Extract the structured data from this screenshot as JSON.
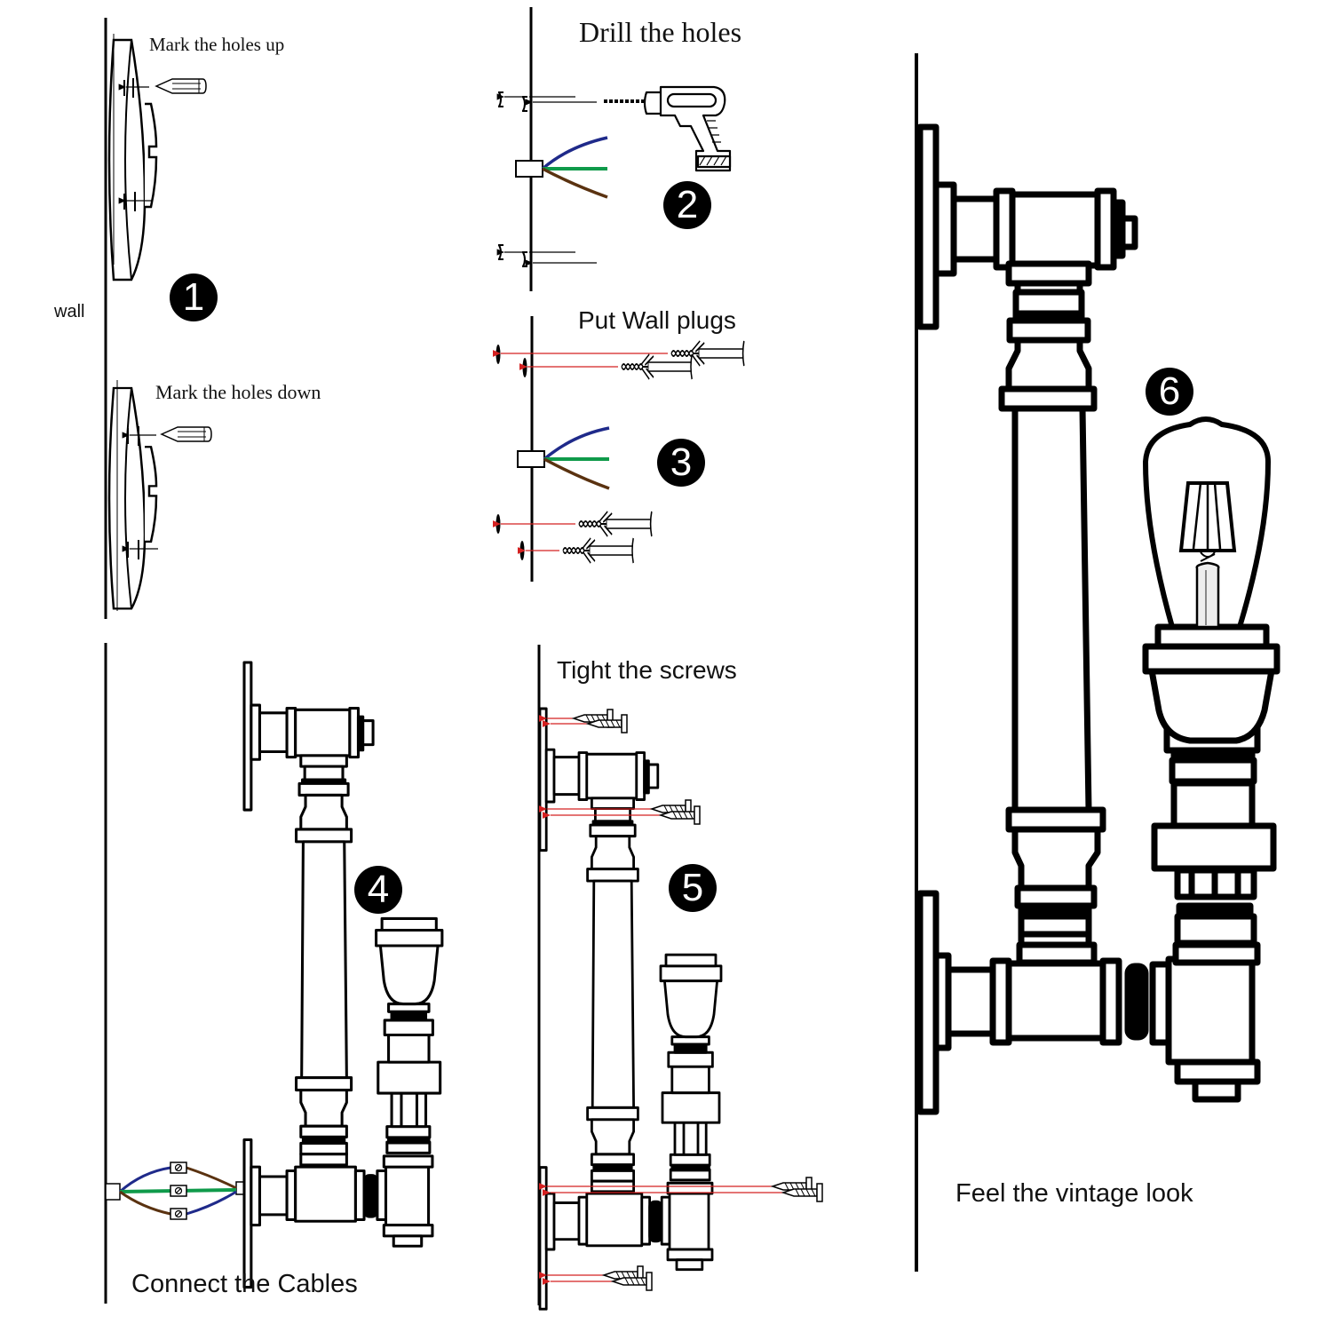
{
  "title": "Industrial pipe wall lamp installation steps",
  "labels": {
    "wall": "wall",
    "mark_up": "Mark the holes up",
    "mark_down": "Mark the holes down",
    "drill": "Drill the holes",
    "plugs": "Put Wall plugs",
    "tight": "Tight the screws",
    "connect": "Connect the Cables",
    "vintage": "Feel the vintage look"
  },
  "steps": [
    {
      "number": "1",
      "caption": "Mark the holes up / Mark the holes down"
    },
    {
      "number": "2",
      "caption": "Drill the holes"
    },
    {
      "number": "3",
      "caption": "Put Wall plugs"
    },
    {
      "number": "4",
      "caption": "Connect the Cables"
    },
    {
      "number": "5",
      "caption": "Tight the screws"
    },
    {
      "number": "6",
      "caption": "Feel the vintage look"
    }
  ],
  "colors": {
    "wire_blue": "#1f2a8a",
    "wire_green": "#0f9a4a",
    "wire_brown": "#5a3210",
    "arrow_red": "#d42020",
    "ink": "#000000"
  }
}
